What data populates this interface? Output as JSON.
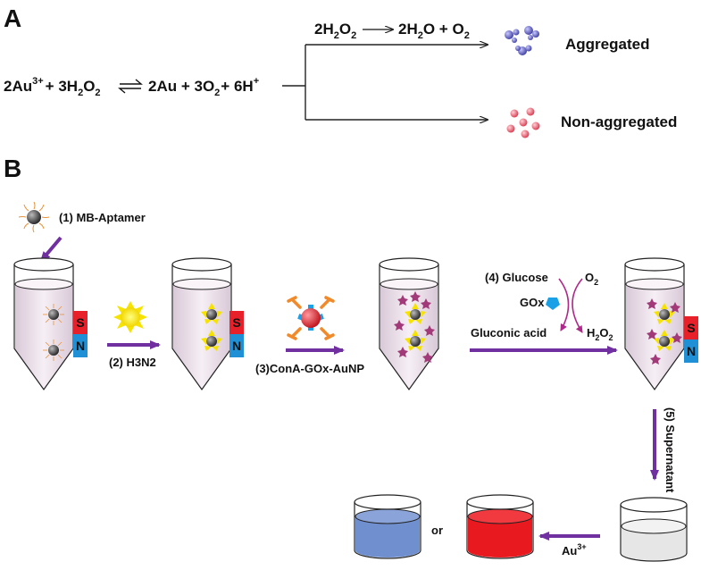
{
  "panel_a": {
    "letter": "A",
    "main_equation": "2Au³⁺ + 3H₂O₂ ⇌ 2Au + 3O₂ + 6H⁺",
    "eq_left": {
      "p1": "2Au",
      "sup": "3+",
      "p2": "+ 3H",
      "sub1": "2",
      "p3": "O",
      "sub2": "2"
    },
    "eq_right": {
      "p1": "2Au + 3O",
      "sub": "2",
      "p2": "+ 6H",
      "sup": "+"
    },
    "branch_equation": {
      "left": "2H",
      "sub1": "2",
      "o": "O",
      "sub2": "2",
      "right": "2H",
      "sub3": "2",
      "right2": "O + O",
      "sub4": "2"
    },
    "aggregated_label": "Aggregated",
    "non_aggregated_label": "Non-aggregated"
  },
  "panel_b": {
    "letter": "B",
    "step1": "(1) MB-Aptamer",
    "step2": "(2) H3N2",
    "step3": "(3)ConA-GOx-AuNP",
    "step4": "(4) Glucose",
    "o2": "O",
    "o2_sub": "2",
    "gox": "GOx",
    "gluconic": "Gluconic acid",
    "h2o2": {
      "h": "H",
      "s1": "2",
      "o": "O",
      "s2": "2"
    },
    "step5": "(5) Supernatant",
    "au3": "Au",
    "au3_sup": "3+",
    "or": "or",
    "magnet_s": "S",
    "magnet_n": "N"
  },
  "colors": {
    "arrow": "#7030a0",
    "magnet_red": "#e8202a",
    "magnet_blue": "#1f8fd6",
    "tube_liquid": "#f0e6ee",
    "blue_solution": "#6f8fcf",
    "red_solution": "#e8191f",
    "gray_solution": "#e6e6e6",
    "aggregated": "#6a6ac8",
    "non_aggregated": "#ee6070"
  }
}
